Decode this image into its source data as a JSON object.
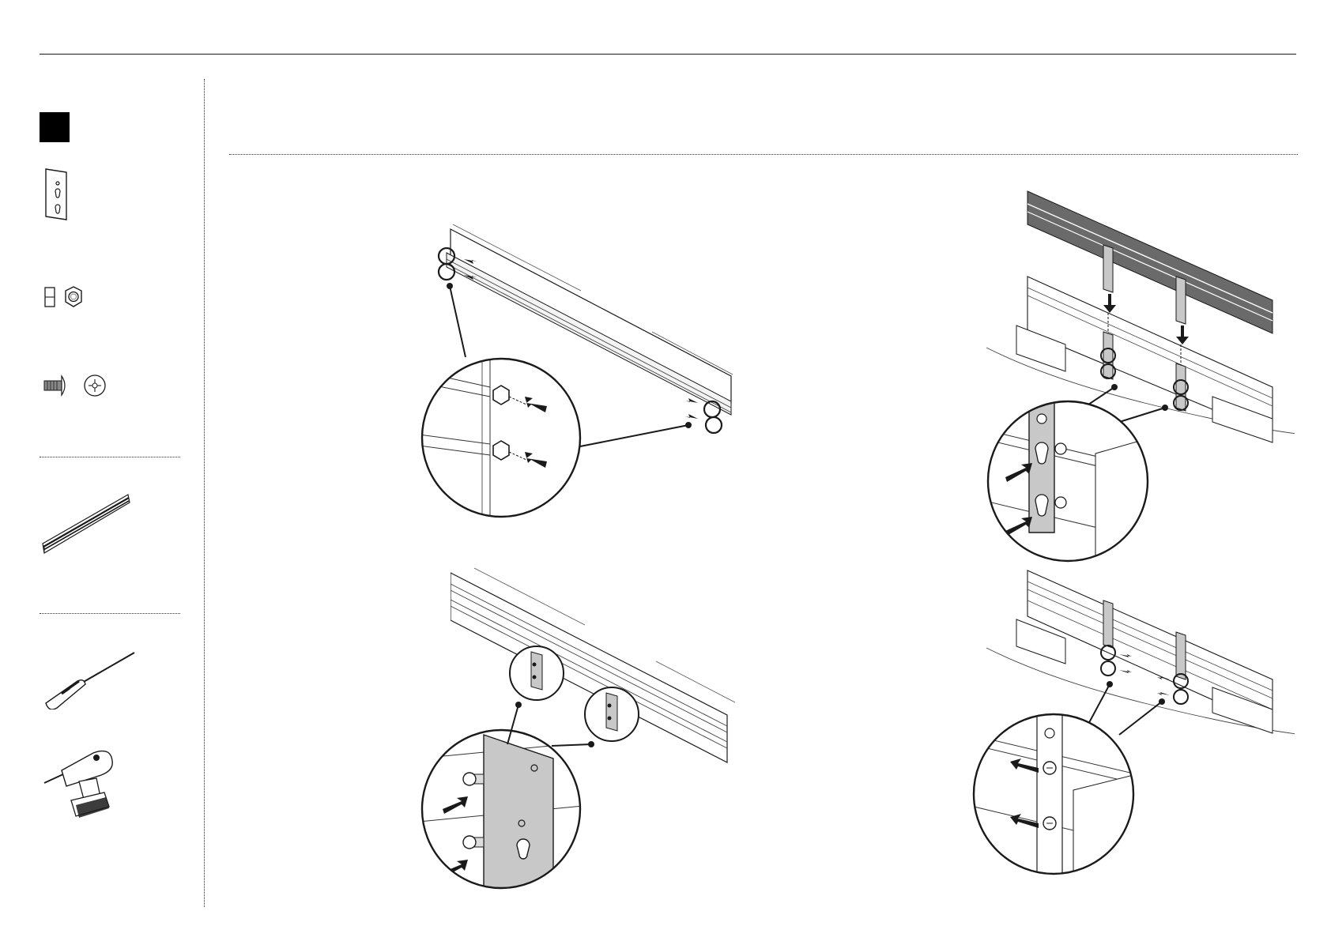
{
  "page": {
    "title": "",
    "step_number": ""
  },
  "sidebar": {
    "parts": [
      {
        "id": "mounting-plate",
        "icon": "mounting-plate-icon"
      },
      {
        "id": "nut",
        "icon": "hex-nut-icon"
      },
      {
        "id": "screw",
        "icon": "phillips-screw-icon"
      },
      {
        "id": "rail",
        "icon": "aluminium-rail-icon"
      }
    ],
    "tools": [
      {
        "id": "screwdriver",
        "icon": "screwdriver-icon"
      },
      {
        "id": "drill",
        "icon": "cordless-drill-icon"
      }
    ]
  },
  "figures": [
    {
      "id": "fig-1",
      "description_icon": "rail-insert-nuts-figure"
    },
    {
      "id": "fig-2",
      "description_icon": "rail-attach-plates-figure"
    },
    {
      "id": "fig-3",
      "description_icon": "rail-hang-on-cabinet-figure"
    },
    {
      "id": "fig-4",
      "description_icon": "rail-fasten-screws-figure"
    }
  ],
  "colors": {
    "line": "#1a1a1a",
    "plate_fill": "#c8c8c8",
    "rail_dark": "#6a6a6a",
    "background": "#ffffff"
  }
}
